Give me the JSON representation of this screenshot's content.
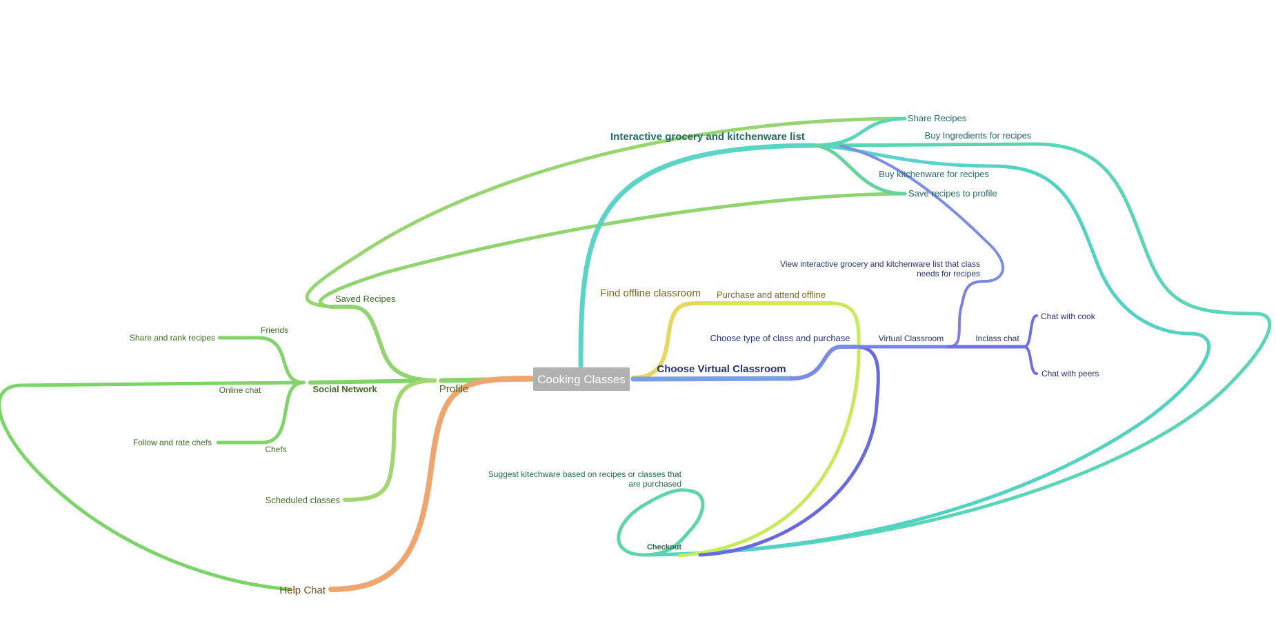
{
  "central": {
    "label": "Cooking Classes"
  },
  "nodes": {
    "profile": "Profile",
    "saved_recipes": "Saved Recipes",
    "social_network": "Social Network",
    "friends": "Friends",
    "share_and_rank_recipes": "Share and rank recipes",
    "online_chat": "Online chat",
    "chefs": "Chefs",
    "follow_and_rate_chefs": "Follow and rate chefs",
    "scheduled_classes": "Scheduled classes",
    "help_chat": "Help Chat",
    "interactive_list": "Interactive grocery and kitchenware list",
    "share_recipes": "Share Recipes",
    "buy_ingredients": "Buy Ingredients for recipes",
    "buy_kitchenware": "Buy kitchenware for recipes",
    "save_recipes_to_profile": "Save recipes to profile",
    "find_offline_classroom": "Find offline classroom",
    "purchase_and_attend_offline": "Purchase and attend offline",
    "choose_virtual_classroom": "Choose Virtual Classroom",
    "choose_type_of_class": "Choose type of class and purchase",
    "virtual_classroom": "Virtual Classroom",
    "view_interactive_list_line1": "View interactive grocery and kitchenware list that class",
    "view_interactive_list_line2": "needs for recipes",
    "inclass_chat": "Inclass chat",
    "chat_with_cook": "Chat with cook",
    "chat_with_peers": "Chat with peers",
    "suggest_kitchenware_line1": "Suggest kitechware based on recipes or classes that",
    "suggest_kitchenware_line2": "are purchased",
    "checkout": "Checkout"
  },
  "colors": {
    "profile_branch": "#7fd36a",
    "help_chat_branch": "#eea56e",
    "interactive_list_branch": "#5ad4c4",
    "offline_branch": "#e6d85c",
    "virtual_branch": "#7a8ce4",
    "checkout_branch": "#5cd6a8",
    "label_green": "#3e6b1f",
    "label_teal": "#236b66",
    "label_olive": "#7a6a12",
    "label_navy": "#27307a",
    "label_brown": "#7a4a1c"
  }
}
